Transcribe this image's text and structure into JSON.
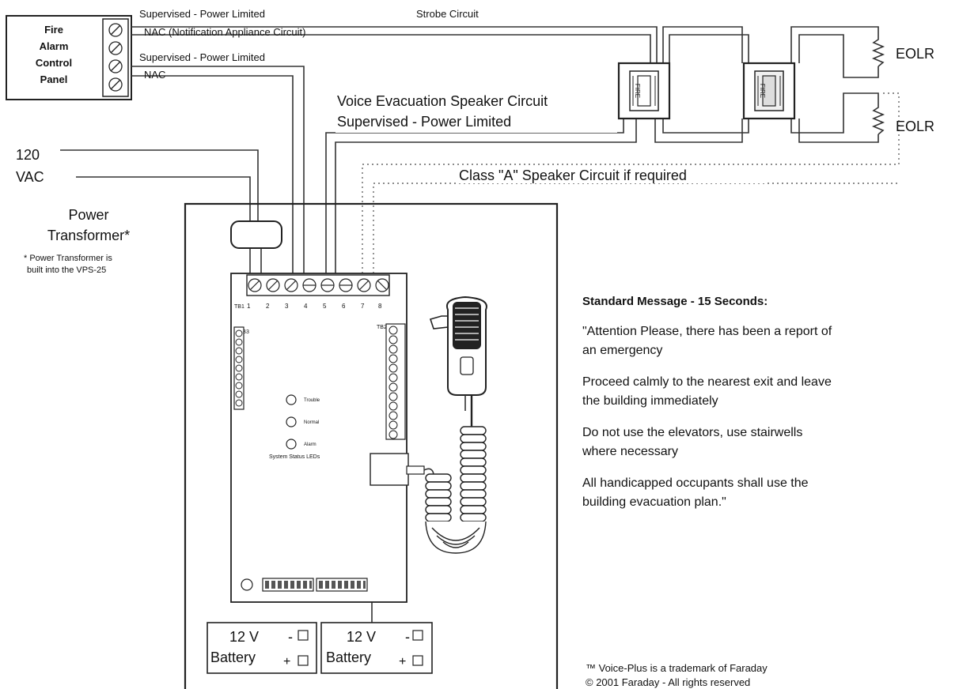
{
  "facp": {
    "lines": [
      "Fire",
      "Alarm",
      "Control",
      "Panel"
    ]
  },
  "labels": {
    "sup1": "Supervised - Power Limited",
    "nac_full": "NAC (Notification Appliance Circuit)",
    "sup2": "Supervised - Power Limited",
    "nac": "NAC",
    "strobe": "Strobe Circuit",
    "voice1": "Voice Evacuation Speaker Circuit",
    "voice2": "Supervised - Power Limited",
    "classa": "Class \"A\" Speaker Circuit if required",
    "eolr1": "EOLR",
    "eolr2": "EOLR",
    "vac1": "120",
    "vac2": "VAC",
    "pt1": "Power",
    "pt2": "Transformer*",
    "note1": "* Power Transformer is",
    "note2": "built into the VPS-25"
  },
  "board": {
    "tb1": "TB1",
    "terminals": [
      "1",
      "2",
      "3",
      "4",
      "5",
      "6",
      "7",
      "8"
    ],
    "tb3": "TB3",
    "tb2": "TB2",
    "leds": [
      "Trouble",
      "Normal",
      "Alarm"
    ],
    "leds_caption": "System Status LEDs"
  },
  "fire_text": "FIRE",
  "batteries": [
    {
      "voltage": "12 V",
      "label": "Battery",
      "minus": "-",
      "plus": "+"
    },
    {
      "voltage": "12 V",
      "label": "Battery",
      "minus": "-",
      "plus": "+"
    }
  ],
  "message": {
    "heading": "Standard Message - 15 Seconds:",
    "lines": [
      "\"Attention Please, there has been a report of",
      "an emergency",
      "Proceed calmly to the nearest exit and leave",
      "the building immediately",
      "Do not use the elevators, use stairwells",
      "where necessary",
      "All handicapped occupants shall use the",
      "building evacuation plan.\""
    ]
  },
  "footer": {
    "tm": "™ Voice-Plus is a trademark of Faraday",
    "copyright": "© 2001 Faraday - All rights reserved"
  }
}
